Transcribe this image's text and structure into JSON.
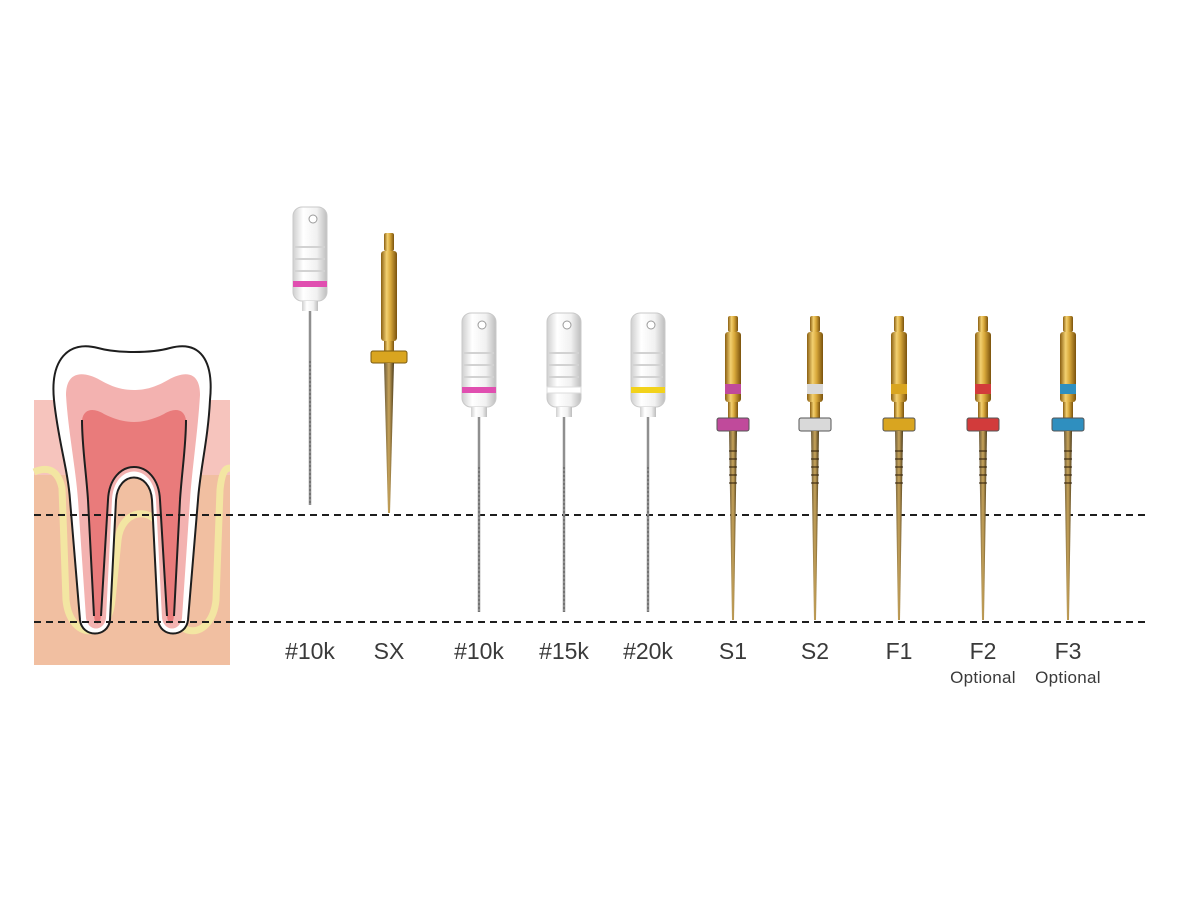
{
  "figure": {
    "colors": {
      "gum": "#f6c4bd",
      "bone": "#f1bfa1",
      "canal_outline": "#f3e6a2",
      "enamel": "#ffffff",
      "dentin": "#f3b2b0",
      "pulp": "#e97b7b",
      "outline": "#1e1e1e",
      "gold": "#c89a2a",
      "handle_white": "#eeeeee",
      "reference_line": "#1e1e1e"
    },
    "reference_lines": [
      "dashed",
      "dashed"
    ],
    "instruments": [
      {
        "label": "#10k",
        "note": "",
        "kind": "hand-file",
        "ring_color": "#e04fb0"
      },
      {
        "label": "SX",
        "note": "",
        "kind": "rotary-sx",
        "ring_color": "#d9a520"
      },
      {
        "label": "#10k",
        "note": "",
        "kind": "hand-file",
        "ring_color": "#e04fb0"
      },
      {
        "label": "#15k",
        "note": "",
        "kind": "hand-file",
        "ring_color": "#ffffff"
      },
      {
        "label": "#20k",
        "note": "",
        "kind": "hand-file",
        "ring_color": "#f2d21b"
      },
      {
        "label": "S1",
        "note": "",
        "kind": "rotary",
        "ring_color": "#c04a9b"
      },
      {
        "label": "S2",
        "note": "",
        "kind": "rotary",
        "ring_color": "#d9d9d9"
      },
      {
        "label": "F1",
        "note": "",
        "kind": "rotary",
        "ring_color": "#d9a520"
      },
      {
        "label": "F2",
        "note": "Optional",
        "kind": "rotary",
        "ring_color": "#d23b3b"
      },
      {
        "label": "F3",
        "note": "Optional",
        "kind": "rotary",
        "ring_color": "#2f8fbf"
      }
    ]
  }
}
